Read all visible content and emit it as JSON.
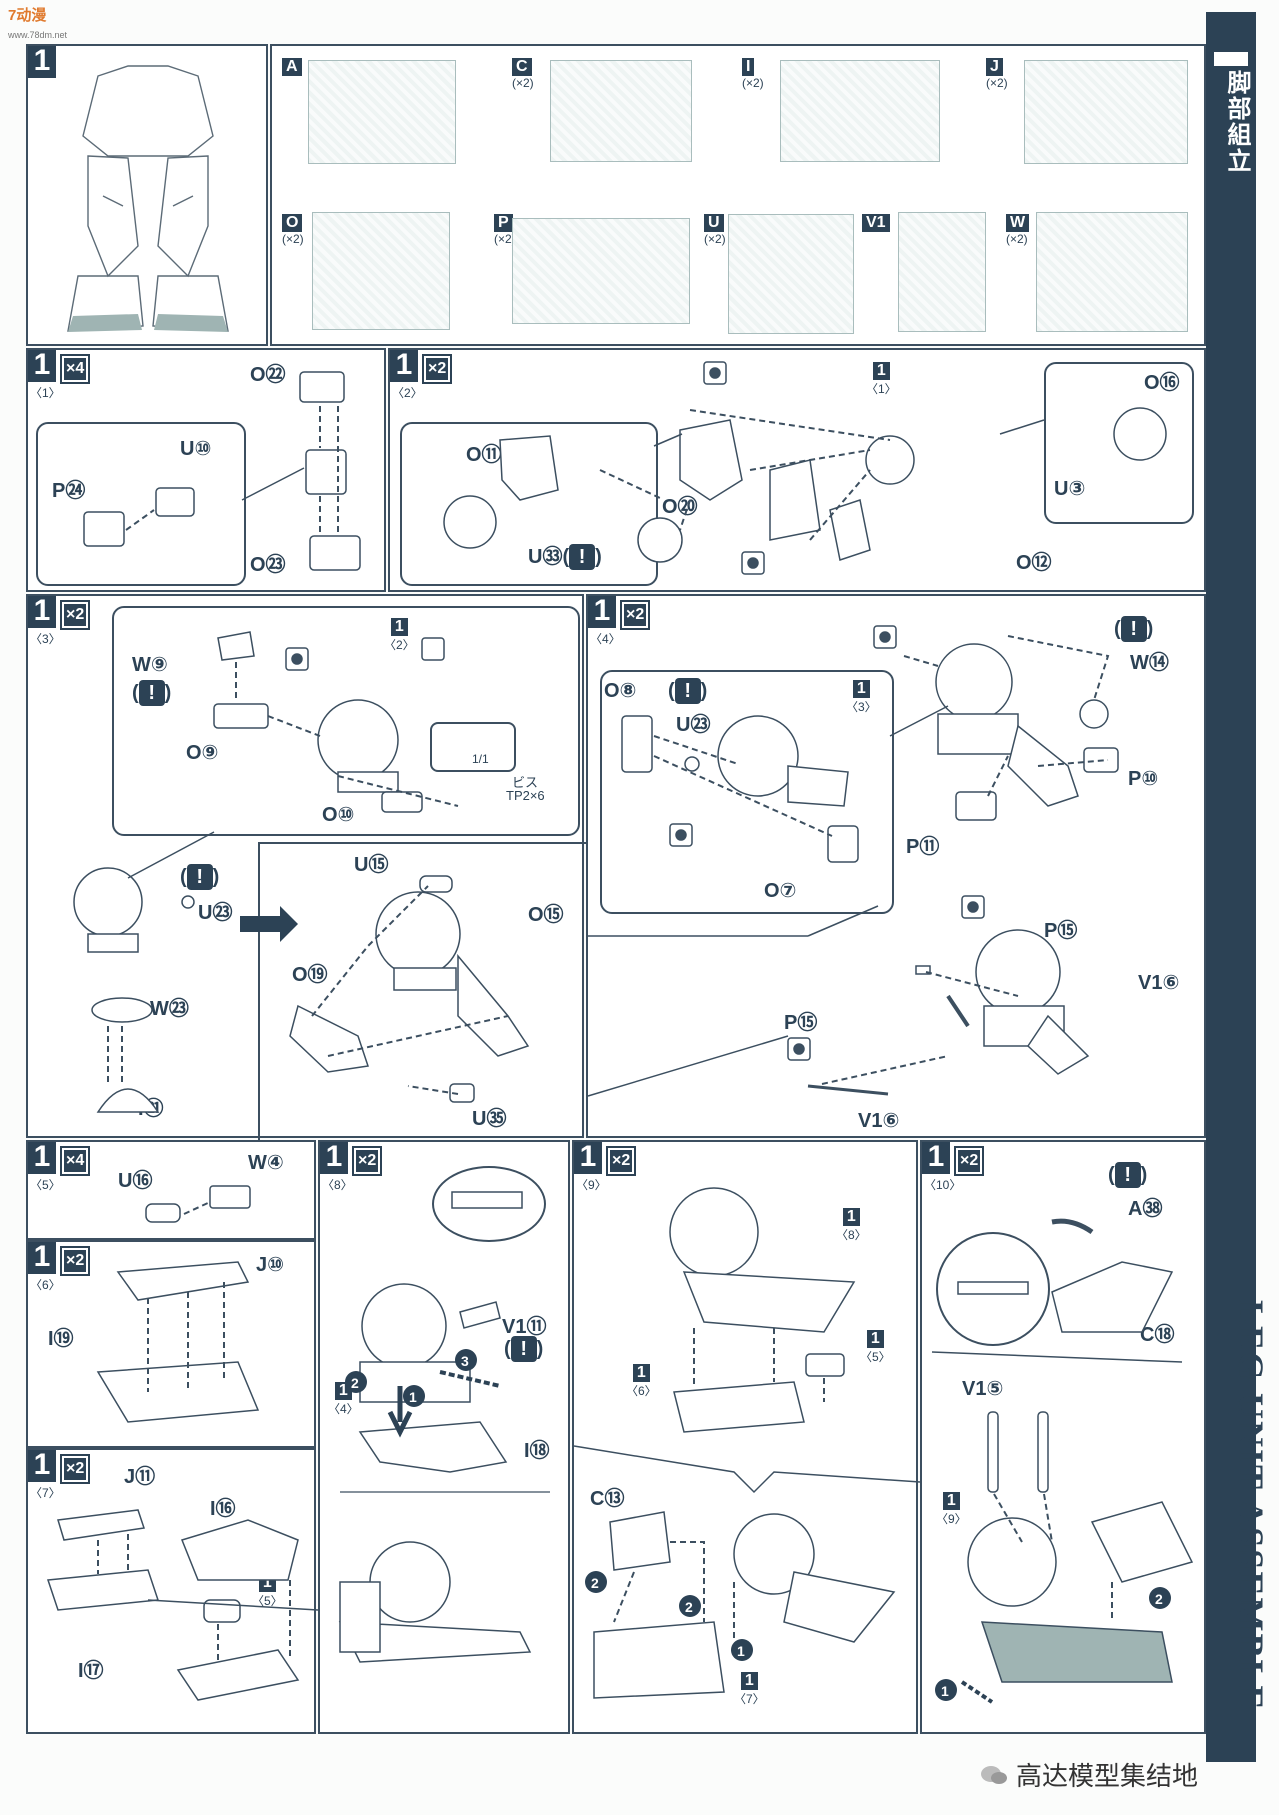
{
  "header": {
    "watermark_logo": "7动漫",
    "watermark_url": "www.78dm.net"
  },
  "sidebar": {
    "title_jp": "脚部組立",
    "title_en": "LEG UNIT ASSEMBLE"
  },
  "footer": {
    "wechat_text": "高达模型集结地"
  },
  "step1": {
    "number": "1",
    "runners": [
      {
        "letter": "A",
        "count": ""
      },
      {
        "letter": "C",
        "count": "(×2)"
      },
      {
        "letter": "I",
        "count": "(×2)"
      },
      {
        "letter": "J",
        "count": "(×2)"
      },
      {
        "letter": "O",
        "count": "(×2)"
      },
      {
        "letter": "P",
        "count": "(×2)"
      },
      {
        "letter": "U",
        "count": "(×2)"
      },
      {
        "letter": "V1",
        "count": ""
      },
      {
        "letter": "W",
        "count": "(×2)"
      }
    ]
  },
  "panels": {
    "p1": {
      "num": "1",
      "sub": "〈1〉",
      "mult": "×4",
      "labels": [
        "O㉒",
        "U⑩",
        "P㉔",
        "O㉓"
      ]
    },
    "p2": {
      "num": "1",
      "sub": "〈2〉",
      "mult": "×2",
      "labels": [
        "O⑪",
        "U㉝(",
        ")",
        "O⑳",
        "O⑫",
        "O⑯",
        "U③",
        "1",
        "〈1〉"
      ]
    },
    "p3": {
      "num": "1",
      "sub": "〈3〉",
      "mult": "×2",
      "labels": [
        "W⑨",
        "(",
        ")",
        "O⑨",
        "O⑩",
        "1",
        "〈2〉",
        "1/1",
        "ビス",
        "TP2×6",
        "U㉓",
        "W㉓",
        "I㉑",
        "U⑮",
        "O⑮",
        "O⑲",
        "U㉟"
      ]
    },
    "p4": {
      "num": "1",
      "sub": "〈4〉",
      "mult": "×2",
      "labels": [
        "O⑧",
        "U㉓",
        "1",
        "〈3〉",
        "O⑦",
        "W⑭",
        "P⑩",
        "P⑪",
        "P⑮",
        "V1⑥",
        "P⑮",
        "V1⑥"
      ]
    },
    "p5": {
      "num": "1",
      "sub": "〈5〉",
      "mult": "×4",
      "labels": [
        "U⑯",
        "W④"
      ]
    },
    "p6": {
      "num": "1",
      "sub": "〈6〉",
      "mult": "×2",
      "labels": [
        "J⑩",
        "I⑲"
      ]
    },
    "p7": {
      "num": "1",
      "sub": "〈7〉",
      "mult": "×2",
      "labels": [
        "J⑪",
        "I⑯",
        "1",
        "〈5〉",
        "I⑰"
      ]
    },
    "p8": {
      "num": "1",
      "sub": "〈8〉",
      "mult": "×2",
      "labels": [
        "V1⑪",
        "1",
        "〈4〉",
        "I⑱"
      ]
    },
    "p9": {
      "num": "1",
      "sub": "〈9〉",
      "mult": "×2",
      "labels": [
        "1",
        "〈8〉",
        "1",
        "〈6〉",
        "1",
        "〈5〉",
        "C⑬",
        "1",
        "〈7〉"
      ]
    },
    "p10": {
      "num": "1",
      "sub": "〈10〉",
      "mult": "×2",
      "labels": [
        "A㊳",
        "C⑱",
        "V1⑤",
        "1",
        "〈9〉"
      ]
    }
  },
  "warn_symbol": "!",
  "arrow_steps": [
    "1",
    "2",
    "3"
  ],
  "colors": {
    "ink": "#2c4255",
    "runner": "#a9bdbd",
    "page": "#fbfcfb"
  }
}
